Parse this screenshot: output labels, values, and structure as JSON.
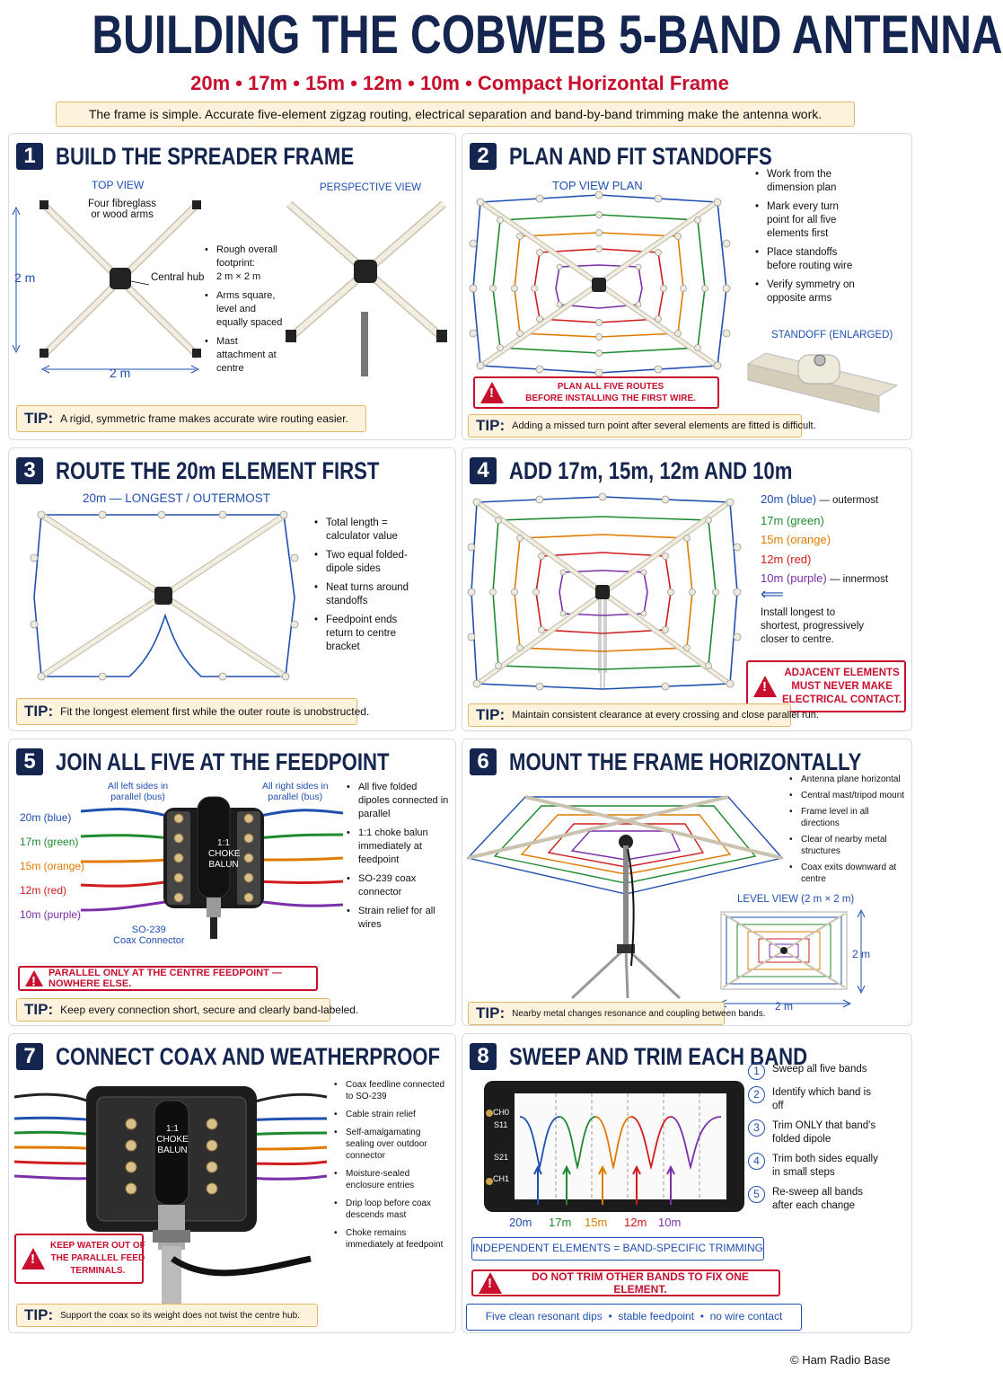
{
  "title": "BUILDING THE COBWEB 5-BAND ANTENNA",
  "subtitle": "20m • 17m • 15m • 12m • 10m • Compact Horizontal Frame",
  "banner": "The frame is simple. Accurate five-element zigzag routing, electrical separation and band-by-band trimming make the antenna work.",
  "colors": {
    "navy": "#14254f",
    "red": "#c8102e",
    "blue": "#1f4fb0",
    "b20": "#1f4fb0",
    "b17": "#1e8a2e",
    "b15": "#e07b00",
    "b12": "#d01c1c",
    "b10": "#7b2fa8"
  },
  "s1": {
    "num": "1",
    "title": "BUILD THE SPREADER FRAME",
    "top_view": "TOP VIEW",
    "persp": "PERSPECTIVE VIEW",
    "arms": "Four fibreglass\nor wood arms",
    "hub": "Central hub",
    "dim_v": "2 m",
    "dim_h": "2 m",
    "b1": "Rough overall footprint:\n2 m × 2 m",
    "b2": "Arms square, level and equally spaced",
    "b3": "Mast attachment at centre",
    "tip_l": "TIP:",
    "tip": "A rigid, symmetric frame makes accurate wire routing easier."
  },
  "s2": {
    "num": "2",
    "title": "PLAN AND FIT STANDOFFS",
    "plan": "TOP VIEW PLAN",
    "b1": "Work from the dimension plan",
    "b2": "Mark every turn point for all five elements first",
    "b3": "Place standoffs before routing wire",
    "b4": "Verify symmetry on opposite arms",
    "standoff": "STANDOFF (ENLARGED)",
    "warn": "PLAN ALL FIVE ROUTES\nBEFORE INSTALLING THE FIRST WIRE.",
    "tip_l": "TIP:",
    "tip": "Adding a missed turn point after several elements are fitted is difficult."
  },
  "s3": {
    "num": "3",
    "title": "ROUTE THE 20m ELEMENT FIRST",
    "label": "20m — LONGEST / OUTERMOST",
    "b1": "Total length = calculator value",
    "b2": "Two equal folded-dipole sides",
    "b3": "Neat turns around standoffs",
    "b4": "Feedpoint ends return to centre bracket",
    "tip_l": "TIP:",
    "tip": "Fit the longest element first while the outer route is unobstructed."
  },
  "s4": {
    "num": "4",
    "title": "ADD 17m, 15m, 12m AND 10m",
    "l20": "20m (blue)",
    "l20s": " — outermost",
    "l17": "17m (green)",
    "l15": "15m (orange)",
    "l12": "12m (red)",
    "l10": "10m (purple)",
    "l10s": " — innermost",
    "arrow": "⟸",
    "note": "Install longest to shortest, progressively closer to centre.",
    "warn": "ADJACENT ELEMENTS\nMUST NEVER MAKE\nELECTRICAL CONTACT.",
    "tip_l": "TIP:",
    "tip": "Maintain consistent clearance at every crossing and close parallel run."
  },
  "s5": {
    "num": "5",
    "title": "JOIN ALL FIVE AT THE FEEDPOINT",
    "left": "All left sides in\nparallel (bus)",
    "right": "All right sides in\nparallel (bus)",
    "l20": "20m (blue)",
    "l17": "17m (green)",
    "l15": "15m (orange)",
    "l12": "12m (red)",
    "l10": "10m (purple)",
    "balun": "1:1\nCHOKE\nBALUN",
    "so": "SO-239\nCoax Connector",
    "b1": "All five folded dipoles connected in parallel",
    "b2": "1:1 choke balun immediately at feedpoint",
    "b3": "SO-239 coax connector",
    "b4": "Strain relief for all wires",
    "warn": "PARALLEL ONLY AT THE CENTRE FEEDPOINT — NOWHERE ELSE.",
    "tip_l": "TIP:",
    "tip": "Keep every connection short, secure and clearly band-labeled."
  },
  "s6": {
    "num": "6",
    "title": "MOUNT THE FRAME HORIZONTALLY",
    "b1": "Antenna plane horizontal",
    "b2": "Central mast/tripod mount",
    "b3": "Frame level in all directions",
    "b4": "Clear of nearby metal structures",
    "b5": "Coax exits downward at centre",
    "level": "LEVEL VIEW (2 m × 2 m)",
    "dim_v": "2 m",
    "dim_h": "2 m",
    "tip_l": "TIP:",
    "tip": "Nearby metal changes resonance and coupling between bands."
  },
  "s7": {
    "num": "7",
    "title": "CONNECT COAX AND WEATHERPROOF",
    "balun": "1:1\nCHOKE\nBALUN",
    "b1": "Coax feedline connected to SO-239",
    "b2": "Cable strain relief",
    "b3": "Self-amalgamating sealing over outdoor connector",
    "b4": "Moisture-sealed enclosure entries",
    "b5": "Drip loop before coax descends mast",
    "b6": "Choke remains immediately at feedpoint",
    "warn": "KEEP WATER OUT OF\nTHE PARALLEL FEED\nTERMINALS.",
    "tip_l": "TIP:",
    "tip": "Support the coax so its weight does not twist the centre hub."
  },
  "s8": {
    "num": "8",
    "title": "SWEEP AND TRIM EACH BAND",
    "ch0": "CH0",
    "s11": "S11",
    "s21": "S21",
    "ch1": "CH1",
    "bands": [
      "20m",
      "17m",
      "15m",
      "12m",
      "10m"
    ],
    "steps": [
      {
        "n": "1",
        "t": "Sweep all five bands"
      },
      {
        "n": "2",
        "t": "Identify which band is off"
      },
      {
        "n": "3",
        "t": "Trim ONLY that band's folded dipole"
      },
      {
        "n": "4",
        "t": "Trim both sides equally in small steps"
      },
      {
        "n": "5",
        "t": "Re-sweep all bands after each change"
      }
    ],
    "box1": "INDEPENDENT ELEMENTS = BAND-SPECIFIC TRIMMING",
    "warn": "DO NOT TRIM OTHER BANDS TO FIX ONE ELEMENT.",
    "box2": "Five clean resonant dips  •  stable feedpoint  •  no wire contact"
  },
  "credit": "© Ham Radio Base"
}
